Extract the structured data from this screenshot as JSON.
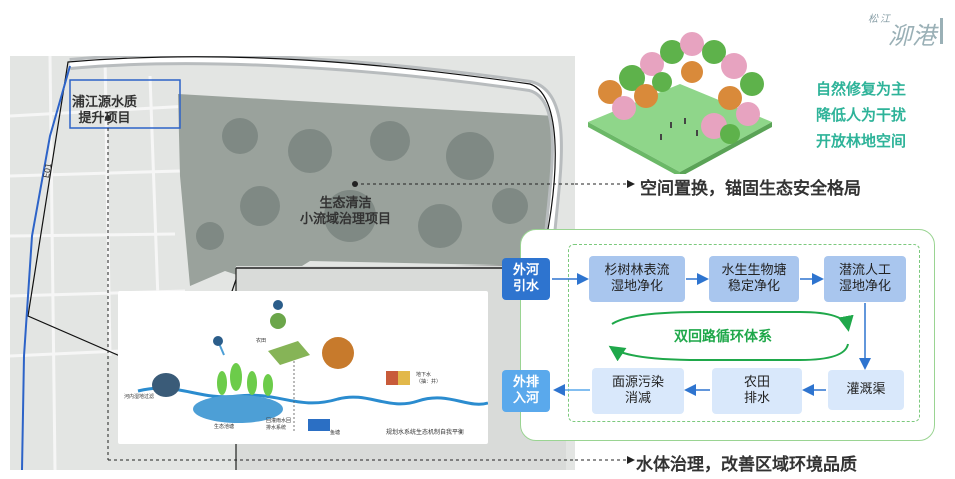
{
  "logo": {
    "small": "松江",
    "big": "泖港"
  },
  "projects": {
    "p1": "浦江源水质\n提升项目",
    "p2": "生态清洁\n小流域治理项目",
    "road": "E01"
  },
  "tree_texts": [
    "自然修复为主",
    "降低人为干扰",
    "开放林地空间"
  ],
  "captions": {
    "top": "空间置换，锚固生态安全格局",
    "bottom": "水体治理，改善区域环境品质"
  },
  "flow": {
    "in_river": "外河\n引水",
    "out_river": "外排\n入河",
    "step1": "杉树林表流\n湿地净化",
    "step2": "水生生物塘\n稳定净化",
    "step3": "潜流人工\n湿地净化",
    "step4": "灌溉渠",
    "step5": "农田\n排水",
    "step6": "面源污染\n消减",
    "cycle": "双回路循环体系"
  },
  "inset": {
    "farmland": "农田",
    "river_wetland": "河内湿地过滤",
    "eco_pond": "生态池塘",
    "fish_pond": "鱼塘",
    "reuse": "回灌雨水回\n排水系统",
    "groundwater": "地下水\n（抽：井）",
    "caption": "规划水系统生态机制自我平衡"
  },
  "colors": {
    "accent_green": "#2eb399",
    "flow_green": "#1fa84a",
    "box_blue": "#2e74cf",
    "box_mid": "#a9c6ee",
    "box_light": "#d9e8fb"
  }
}
